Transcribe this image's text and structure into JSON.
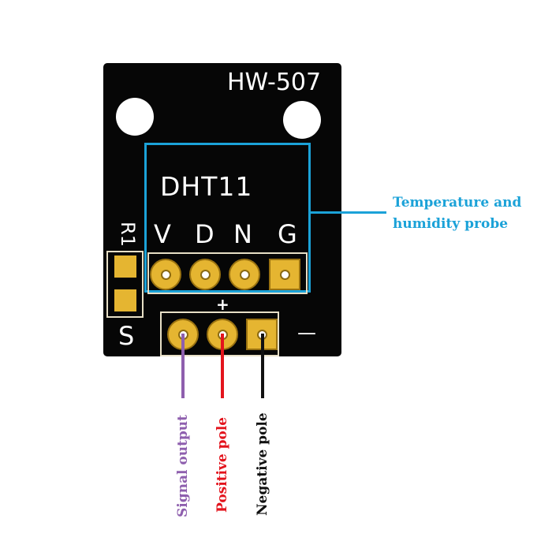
{
  "board": {
    "model": "HW-507",
    "sensor_name": "DHT11",
    "sensor_pins": [
      "V",
      "D",
      "N",
      "G"
    ],
    "resistor_label": "R1",
    "signal_label": "S",
    "plus_label": "+",
    "minus_label": "—"
  },
  "callout": {
    "line1": "Temperature and",
    "line2": "humidity probe",
    "color": "#1ba2d8"
  },
  "wires": [
    {
      "label": "Signal output",
      "color": "#8e5fae"
    },
    {
      "label": "Positive pole",
      "color": "#e3141d"
    },
    {
      "label": "Negative pole",
      "color": "#111111"
    }
  ]
}
